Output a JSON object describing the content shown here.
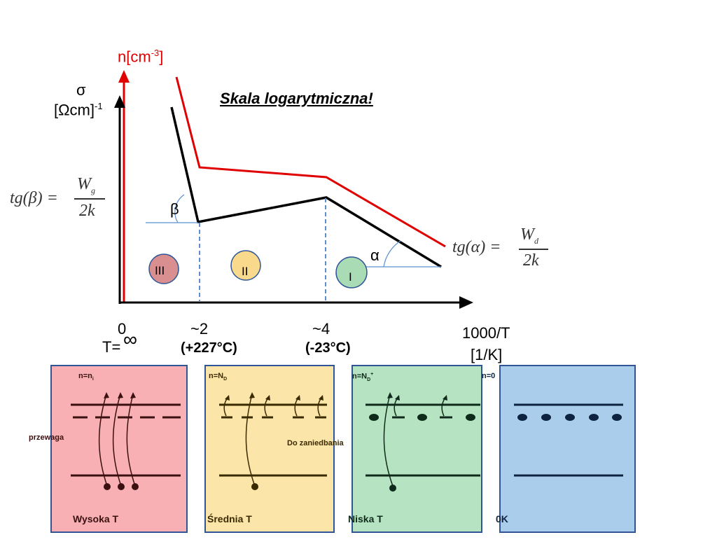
{
  "axes": {
    "n_label_main": "n[cm",
    "n_label_sup": "-3",
    "n_label_end": "]",
    "sigma_label": "σ",
    "sigma_unit_main": "[Ωcm]",
    "sigma_unit_sup": "-1",
    "x_label_line1": "1000/T",
    "x_label_line2": "[1/K]"
  },
  "note": "Skala  logarytmiczna!",
  "ticks": {
    "zero": "0",
    "t_inf_prefix": "T=",
    "t_inf_symbol": "∞",
    "tick2": "~2",
    "tick2_temp": "(+227°C)",
    "tick4": "~4",
    "tick4_temp": "(-23°C)"
  },
  "formulas": {
    "beta": {
      "lhs": "tg(β) =",
      "num_main": "W",
      "num_sub": "g",
      "den": "2k"
    },
    "alpha": {
      "lhs": "tg(α) =",
      "num_main": "W",
      "num_sub": "d",
      "den": "2k"
    }
  },
  "angles": {
    "beta": "β",
    "alpha": "α"
  },
  "regions": [
    {
      "label": "III",
      "color": "#d98f8f"
    },
    {
      "label": "II",
      "color": "#f9d98c"
    },
    {
      "label": "I",
      "color": "#a9dcb5"
    }
  ],
  "panels": {
    "high": {
      "bg": "#f8b0b4",
      "n_main": "n=n",
      "n_sub": "i",
      "title": "Wysoka T",
      "side_note": "przewaga"
    },
    "mid": {
      "bg": "#fbe5a9",
      "n_main": "n=N",
      "n_sub": "D",
      "title": "Średnia T",
      "side_note": "Do zaniedbania"
    },
    "low": {
      "bg": "#b6e4c2",
      "n_main": "n=N",
      "n_sub": "D",
      "n_sup": "+",
      "title": "Niska T"
    },
    "zero": {
      "bg": "#a9cdea",
      "n_main": "n=0",
      "title": "0K"
    }
  },
  "colors": {
    "sigma_line": "#000000",
    "n_line": "#e00000",
    "panel_border": "#2f5597",
    "dashed": "#5b8fd1"
  }
}
